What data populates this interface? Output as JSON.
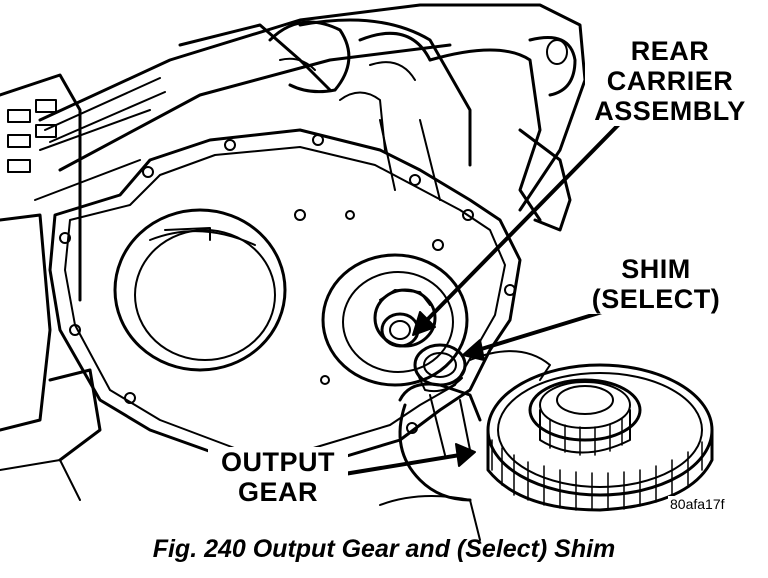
{
  "callouts": {
    "rear_carrier": [
      "REAR",
      "CARRIER",
      "ASSEMBLY"
    ],
    "shim": [
      "SHIM",
      "(SELECT)"
    ],
    "output_gear": [
      "OUTPUT",
      "GEAR"
    ]
  },
  "figure_code": "80afa17f",
  "caption": "Fig. 240 Output Gear and (Select) Shim"
}
